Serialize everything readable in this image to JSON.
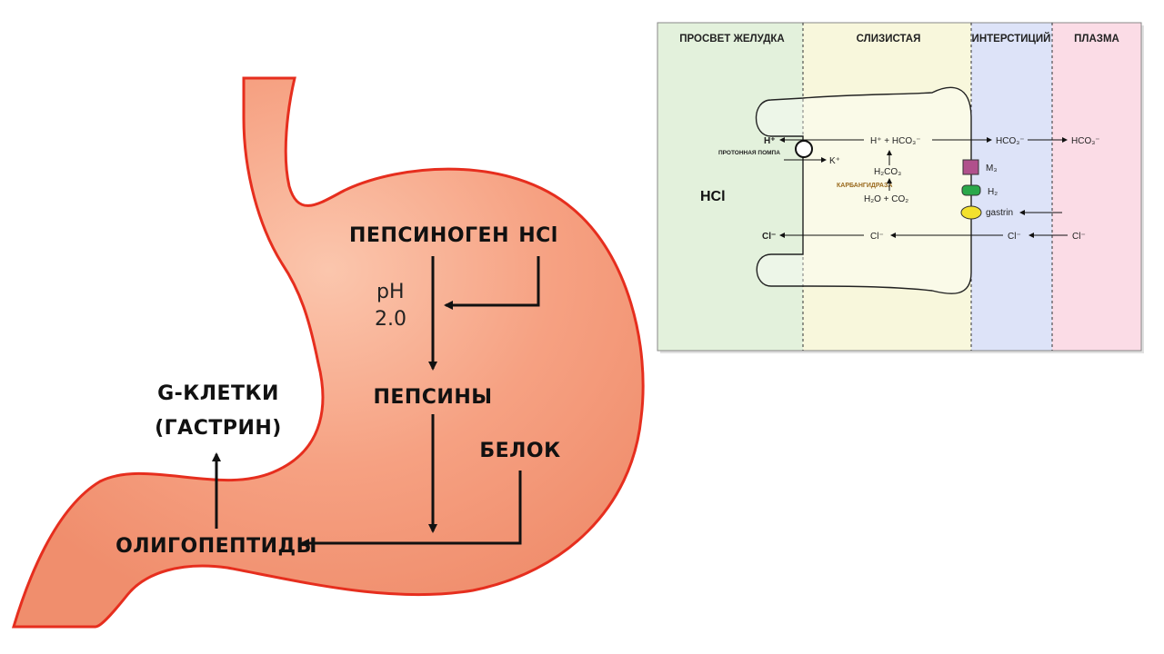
{
  "stomach": {
    "pepsinogen": "ПЕПСИНОГЕН",
    "hcl": "HCl",
    "ph_line1": "pH",
    "ph_line2": "2.0",
    "pepsins": "ПЕПСИНЫ",
    "protein": "БЕЛОК",
    "oligopeptides": "ОЛИГОПЕПТИДЫ",
    "g_cells_line1": "G-КЛЕТКИ",
    "g_cells_line2": "(ГАСТРИН)"
  },
  "panel": {
    "headers": [
      "ПРОСВЕТ ЖЕЛУДКА",
      "СЛИЗИСТАЯ",
      "ИНТЕРСТИЦИЙ",
      "ПЛАЗМА"
    ],
    "zone_colors": [
      "#e3f1dc",
      "#f8f7dc",
      "#dde3f8",
      "#fbdce6"
    ],
    "lumen_hcl": "HCl",
    "h_plus": "H⁺",
    "proton_pump": "ПРОТОННАЯ ПОМПА",
    "k_plus": "K⁺",
    "h_plus_hco3": "H⁺ + HCO₃⁻",
    "hco3_interstitium": "HCO₃⁻",
    "hco3_plasma": "HCO₃⁻",
    "h2co3": "H₂CO₃",
    "carbonic_anhydrase": "КАРБАНГИДРАЗА",
    "h2o_co2": "H₂O + CO₂",
    "m3": "M₃",
    "h2": "H₂",
    "gastrin": "gastrin",
    "cl_lumen": "Cl⁻",
    "cl_mucosa": "Cl⁻",
    "cl_interstitium": "Cl⁻",
    "cl_plasma": "Cl⁻"
  }
}
